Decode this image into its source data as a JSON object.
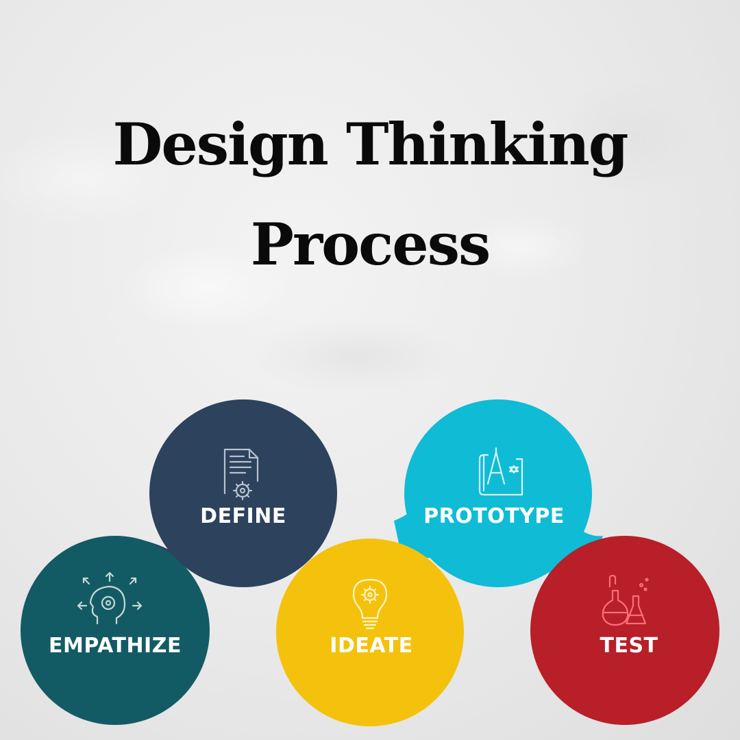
{
  "title": {
    "line1": "Design Thinking",
    "line2": "Process"
  },
  "stages": [
    {
      "label": "EMPATHIZE",
      "color": "#135b64",
      "icon": "head-gear-icon",
      "icon_color": "#c9d6d8"
    },
    {
      "label": "DEFINE",
      "color": "#2c425d",
      "icon": "document-gear-icon",
      "icon_color": "#b9c3cf"
    },
    {
      "label": "IDEATE",
      "color": "#f4c20d",
      "icon": "lightbulb-gear-icon",
      "icon_color": "#fff4c8"
    },
    {
      "label": "PROTOTYPE",
      "color": "#10bbd6",
      "icon": "blueprint-compass-icon",
      "icon_color": "#d6f4fa"
    },
    {
      "label": "TEST",
      "color": "#b81f28",
      "icon": "flask-beaker-icon",
      "icon_color": "#ff6e7a"
    }
  ]
}
